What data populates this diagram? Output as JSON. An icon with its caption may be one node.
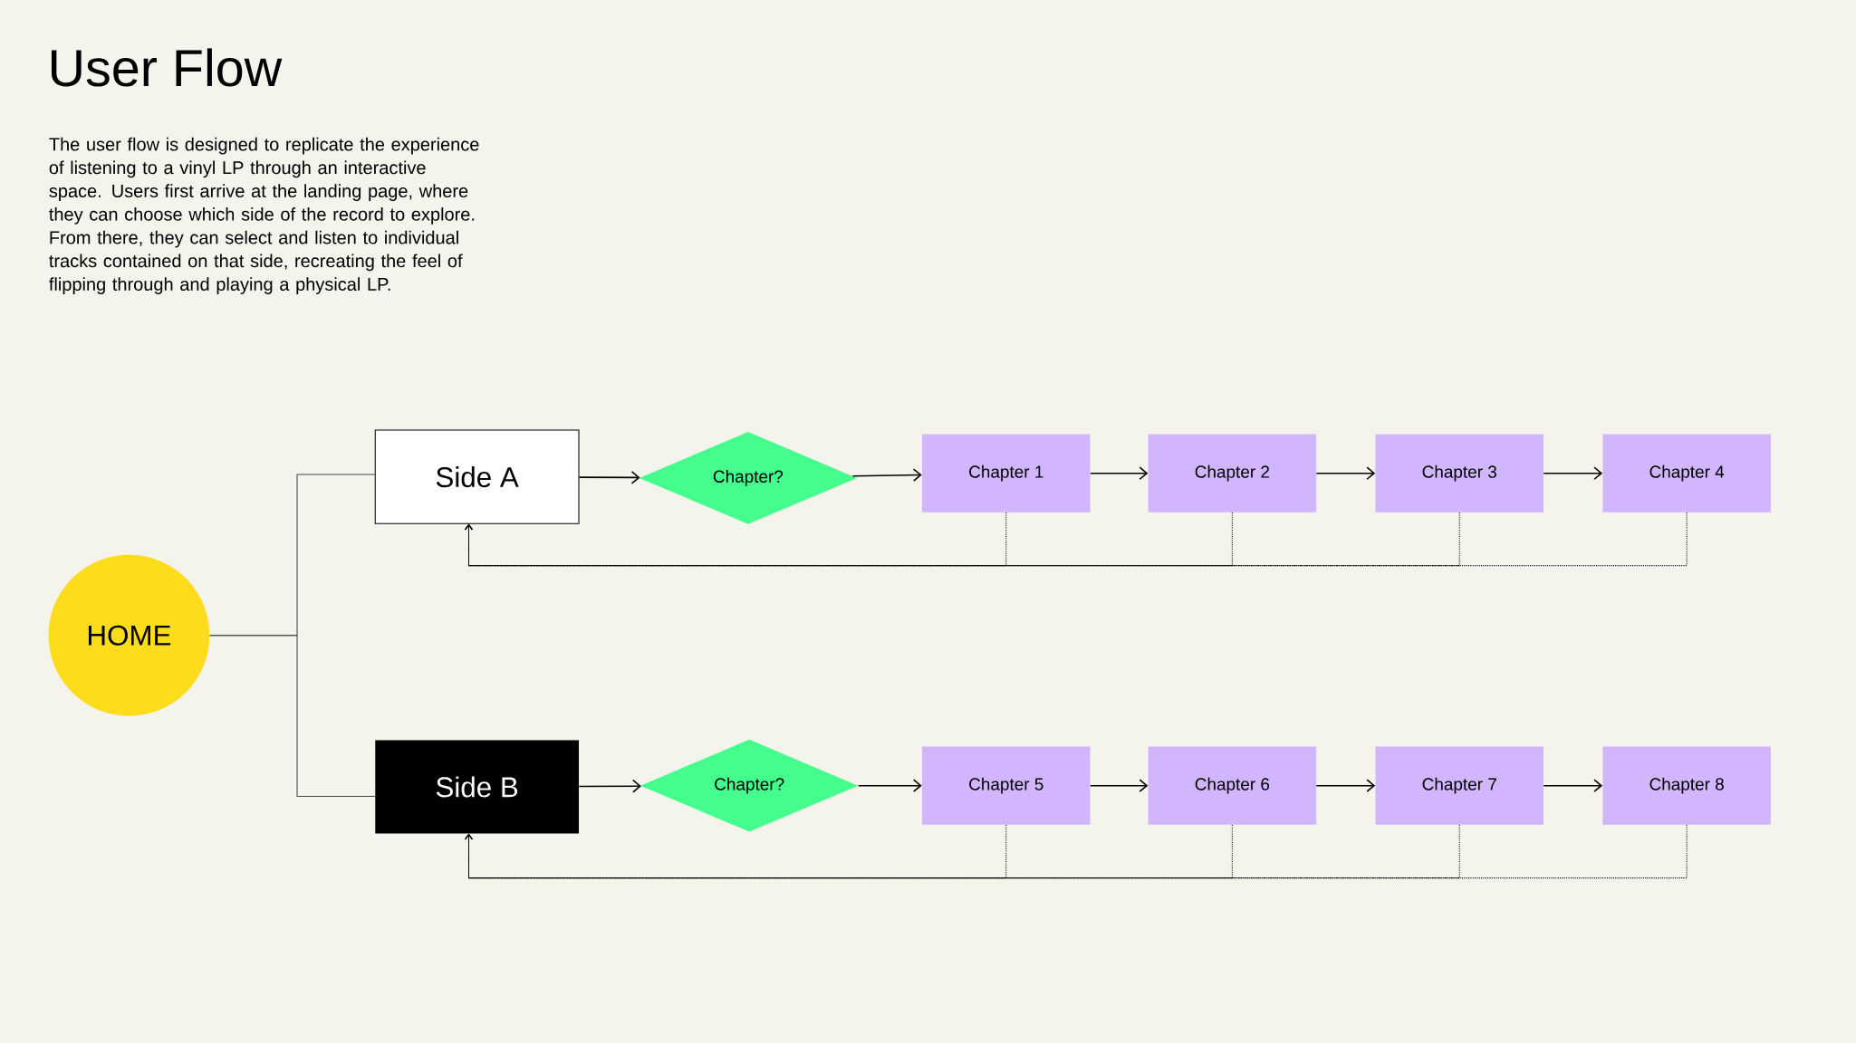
{
  "diagram": {
    "title": "User Flow",
    "nodes": [
      {
        "text": [
          "HOME"
        ]
      },
      {
        "text": [
          "Side A"
        ]
      },
      {
        "text": [
          "Chapter?"
        ]
      },
      {
        "text": [
          "Chapter 1"
        ]
      },
      {
        "text": [
          "Chapter 2"
        ]
      },
      {
        "text": [
          "Chapter 3"
        ]
      },
      {
        "text": [
          "Chapter 4"
        ]
      },
      {
        "text": [
          "Side B"
        ]
      },
      {
        "text": [
          "Chapter?"
        ]
      },
      {
        "text": [
          "Chapter 5"
        ]
      },
      {
        "text": [
          "Chapter 6"
        ]
      },
      {
        "text": [
          "Chapter 7"
        ]
      },
      {
        "text": [
          "Chapter 8"
        ]
      }
    ],
    "edges": [
      {
        "from": 0,
        "to": 1,
        "arrow": "none"
      },
      {
        "from": 0,
        "to": 7,
        "arrow": "none"
      },
      {
        "from": 1,
        "to": 2,
        "arrow": "to"
      },
      {
        "from": 2,
        "to": 3,
        "arrow": "to"
      },
      {
        "from": 3,
        "to": 4,
        "arrow": "to"
      },
      {
        "from": 4,
        "to": 5,
        "arrow": "to"
      },
      {
        "from": 5,
        "to": 6,
        "arrow": "to"
      },
      {
        "from": 7,
        "to": 8,
        "arrow": "to"
      },
      {
        "from": 8,
        "to": 9,
        "arrow": "to"
      },
      {
        "from": 9,
        "to": 10,
        "arrow": "to"
      },
      {
        "from": 10,
        "to": 11,
        "arrow": "to"
      },
      {
        "from": 11,
        "to": 12,
        "arrow": "to"
      },
      {
        "from": 3,
        "to": 1,
        "arrow": "to",
        "style": "dashed"
      },
      {
        "from": 4,
        "to": 1,
        "arrow": "to",
        "style": "dashed"
      },
      {
        "from": 5,
        "to": 1,
        "arrow": "to",
        "style": "dashed"
      },
      {
        "from": 6,
        "to": 1,
        "arrow": "to",
        "style": "dashed"
      },
      {
        "from": 9,
        "to": 7,
        "arrow": "to",
        "style": "dashed"
      },
      {
        "from": 10,
        "to": 7,
        "arrow": "to",
        "style": "dashed"
      },
      {
        "from": 11,
        "to": 7,
        "arrow": "to",
        "style": "dashed"
      },
      {
        "from": 12,
        "to": 7,
        "arrow": "to",
        "style": "dashed"
      }
    ],
    "labels": [
      "The user flow is designed to replicate the experience of listening to a vinyl LP through an interactive space. Users first arrive at the landing page, where they can choose which side of the record to explore. From there, they can select and listen to individual tracks contained on that side, recreating the feel of flipping through and playing a physical LP."
    ]
  }
}
